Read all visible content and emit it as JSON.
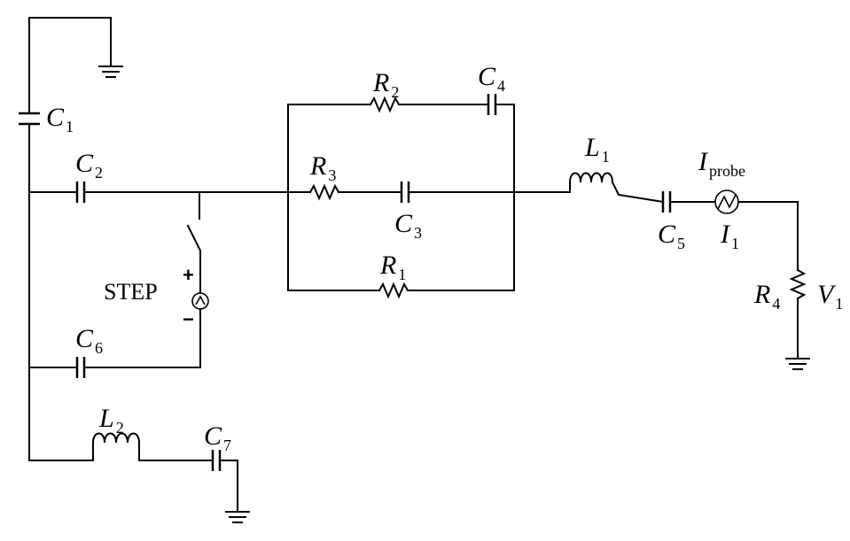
{
  "labels": {
    "C1": {
      "sym": "C",
      "sub": "1"
    },
    "C2": {
      "sym": "C",
      "sub": "2"
    },
    "C3": {
      "sym": "C",
      "sub": "3"
    },
    "C4": {
      "sym": "C",
      "sub": "4"
    },
    "C5": {
      "sym": "C",
      "sub": "5"
    },
    "C6": {
      "sym": "C",
      "sub": "6"
    },
    "C7": {
      "sym": "C",
      "sub": "7"
    },
    "R1": {
      "sym": "R",
      "sub": "1"
    },
    "R2": {
      "sym": "R",
      "sub": "2"
    },
    "R3": {
      "sym": "R",
      "sub": "3"
    },
    "R4": {
      "sym": "R",
      "sub": "4"
    },
    "L1": {
      "sym": "L",
      "sub": "1"
    },
    "L2": {
      "sym": "L",
      "sub": "2"
    },
    "Iprobe": {
      "sym": "I",
      "sub": "probe"
    },
    "I1": {
      "sym": "I",
      "sub": "1"
    },
    "V1": {
      "sym": "V",
      "sub": "1"
    },
    "step": "STEP",
    "plus": "+",
    "minus": "−"
  }
}
